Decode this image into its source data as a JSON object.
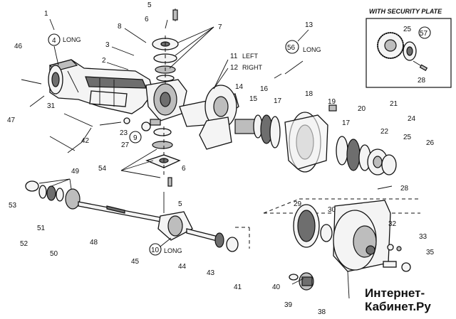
{
  "inset": {
    "title": "WITH SECURITY PLATE"
  },
  "callouts": {
    "c1": "1",
    "c2": "2",
    "c3": "3",
    "c4": "4",
    "c5a": "5",
    "c5b": "5",
    "c6a": "6",
    "c6b": "6",
    "c7": "7",
    "c8": "8",
    "c9": "9",
    "c10": "10",
    "c11": "11",
    "c12": "12",
    "c13": "13",
    "c14": "14",
    "c15": "15",
    "c16": "16",
    "c17a": "17",
    "c17b": "17",
    "c18": "18",
    "c19": "19",
    "c20": "20",
    "c21": "21",
    "c22": "22",
    "c23": "23",
    "c24": "24",
    "c25a": "25",
    "c25b": "25",
    "c26": "26",
    "c27": "27",
    "c28a": "28",
    "c28b": "28",
    "c29": "29",
    "c30": "30",
    "c31": "31",
    "c32": "32",
    "c33": "33",
    "c35": "35",
    "c38": "38",
    "c39": "39",
    "c40": "40",
    "c41": "41",
    "c42": "42",
    "c43": "43",
    "c44": "44",
    "c45": "45",
    "c46": "46",
    "c47": "47",
    "c48": "48",
    "c49": "49",
    "c50": "50",
    "c51": "51",
    "c52": "52",
    "c53": "53",
    "c54": "54",
    "c56": "56",
    "c57": "57"
  },
  "labels": {
    "long_4": "LONG",
    "long_10": "LONG",
    "long_56": "LONG",
    "left": "LEFT",
    "right": "RIGHT"
  },
  "watermark": {
    "line1": "Интернет-",
    "line2": "Кабинет.Ру"
  }
}
